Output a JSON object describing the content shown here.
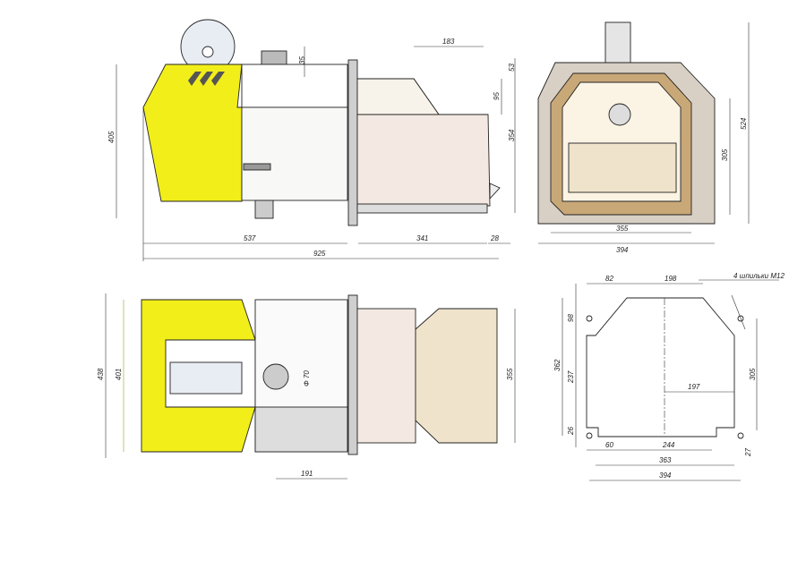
{
  "colors": {
    "housing": "#f2ee1a",
    "body": "#ffffff",
    "tube": "#f4e9e2",
    "flange": "#cfcfcf",
    "frame": "#c9b89a"
  },
  "side_view": {
    "dims": {
      "d183": "183",
      "d35": "35",
      "d53": "53",
      "d95": "95",
      "d354": "354",
      "d405": "405",
      "d537": "537",
      "d341": "341",
      "d28": "28",
      "d925": "925"
    }
  },
  "front_view": {
    "dims": {
      "d524": "524",
      "d305": "305",
      "d355": "355",
      "d394": "394"
    }
  },
  "top_view": {
    "dims": {
      "d438": "438",
      "d401": "401",
      "dphi": "Φ 70",
      "d355": "355",
      "d191": "191"
    }
  },
  "flange_view": {
    "note": "4 шпильки М12",
    "dims": {
      "d82": "82",
      "d198": "198",
      "d98": "98",
      "d362": "362",
      "d237": "237",
      "d26": "26",
      "d197": "197",
      "d305": "305",
      "d27": "27",
      "d60": "60",
      "d244": "244",
      "d363": "363",
      "d394": "394"
    }
  }
}
